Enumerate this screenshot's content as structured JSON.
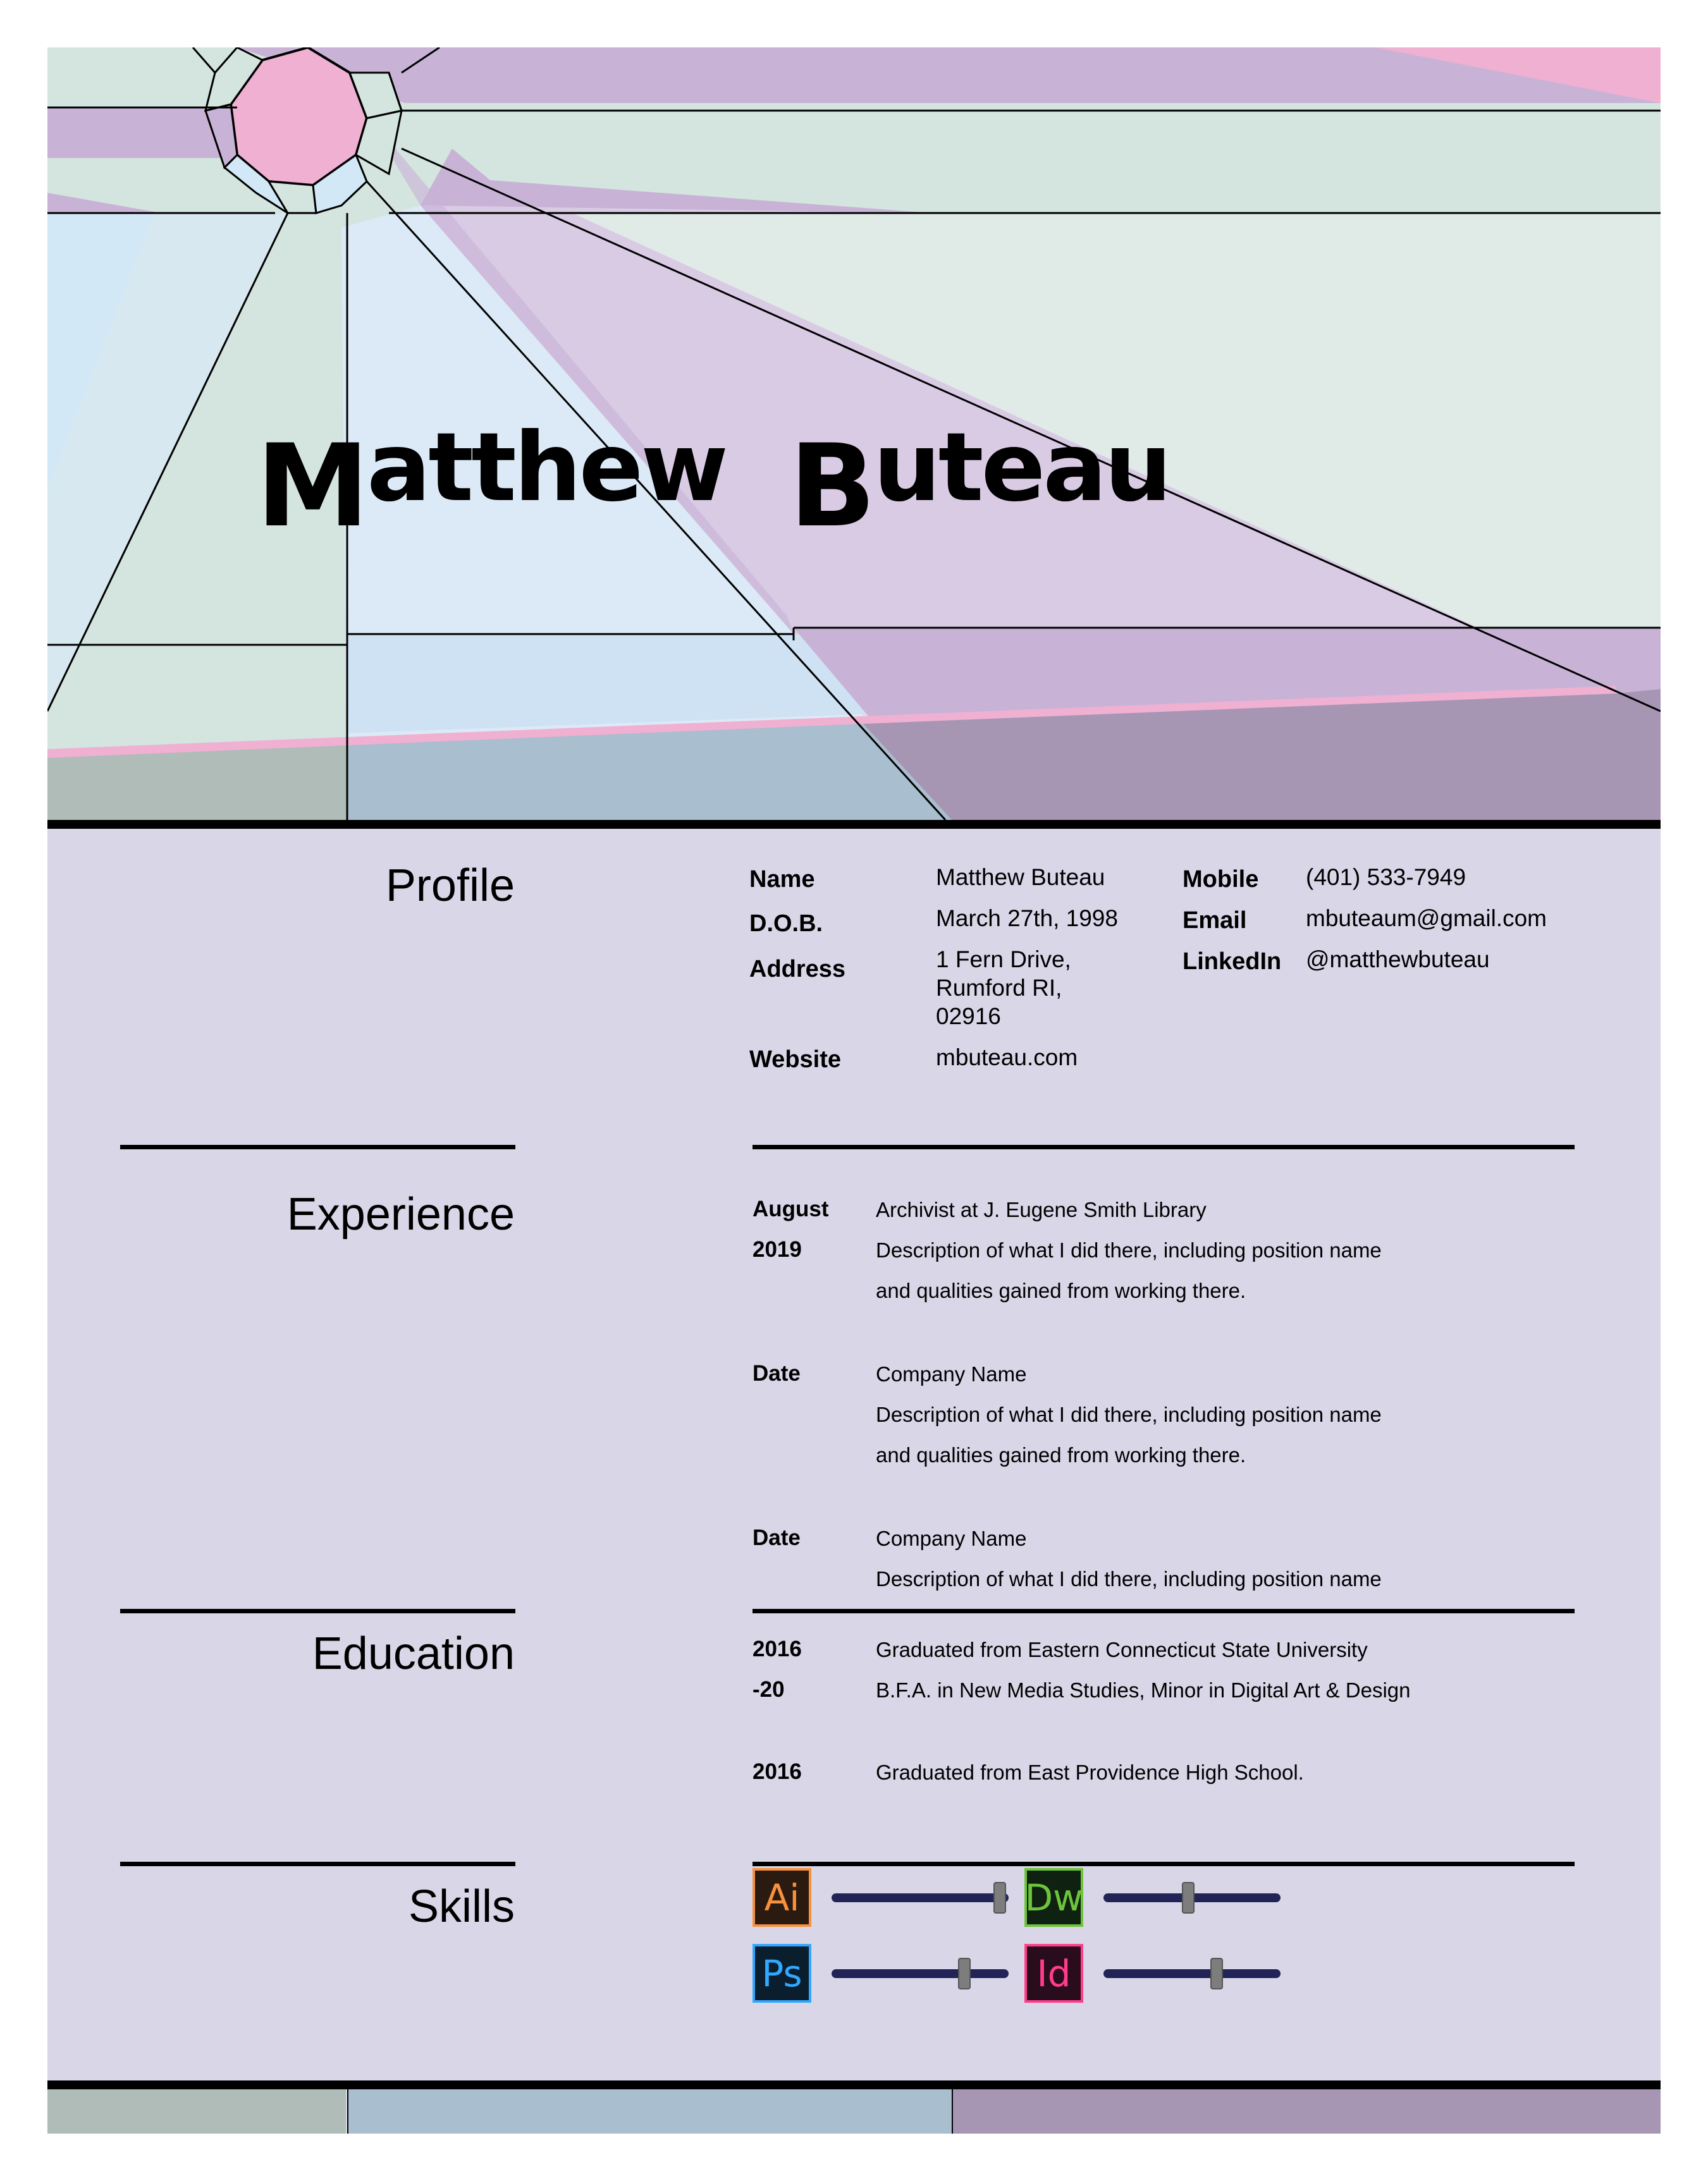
{
  "header": {
    "first_initial": "M",
    "first_rest": "atthew",
    "last_initial": "B",
    "last_rest": "uteau"
  },
  "sections": {
    "profile": "Profile",
    "experience": "Experience",
    "education": "Education",
    "skills": "Skills"
  },
  "profile": {
    "name_label": "Name",
    "name_value": "Matthew Buteau",
    "dob_label": "D.O.B.",
    "dob_value": "March 27th, 1998",
    "address_label": "Address",
    "address_line1": "1 Fern Drive,",
    "address_line2": "Rumford RI,",
    "address_line3": "02916",
    "website_label": "Website",
    "website_value": "mbuteau.com",
    "mobile_label": "Mobile",
    "mobile_value": "(401) 533-7949",
    "email_label": "Email",
    "email_value": "mbuteaum@gmail.com",
    "linkedin_label": "LinkedIn",
    "linkedin_value": "@matthewbuteau"
  },
  "experience": [
    {
      "date1": "August",
      "date2": "2019",
      "title": "Archivist at J. Eugene Smith Library",
      "desc1": "Description of what I did there, including position name",
      "desc2": "and qualities gained from working there."
    },
    {
      "date1": "Date",
      "title": "Company Name",
      "desc1": "Description of what I did there, including position name",
      "desc2": "and qualities gained from working there."
    },
    {
      "date1": "Date",
      "title": "Company Name",
      "desc1": "Description of what I did there, including position name"
    }
  ],
  "education": [
    {
      "date1": "2016",
      "date2": "-20",
      "line1": "Graduated from Eastern Connecticut State University",
      "line2": "B.F.A. in New Media Studies, Minor in Digital Art & Design"
    },
    {
      "date1": "2016",
      "line1": "Graduated from East Providence High School."
    }
  ],
  "skills": [
    {
      "abbr": "Ai",
      "level": 0.95,
      "fg": "#f7913d",
      "bg": "#2b1a10"
    },
    {
      "abbr": "Dw",
      "level": 0.48,
      "fg": "#6ec43a",
      "bg": "#0f2111"
    },
    {
      "abbr": "Ps",
      "level": 0.75,
      "fg": "#31a8ff",
      "bg": "#0a1e2e"
    },
    {
      "abbr": "Id",
      "level": 0.64,
      "fg": "#ff3d8b",
      "bg": "#2a0d1c"
    }
  ],
  "colors": {
    "mint": "#d4e4de",
    "lavender": "#c8b3d7",
    "light_blue": "#d3e8f7",
    "pink": "#f0b0d1",
    "page_bg": "#d8d6e7",
    "footer_gray": "#afbcb8",
    "footer_blue": "#a9bece",
    "footer_purple": "#a796b3"
  }
}
